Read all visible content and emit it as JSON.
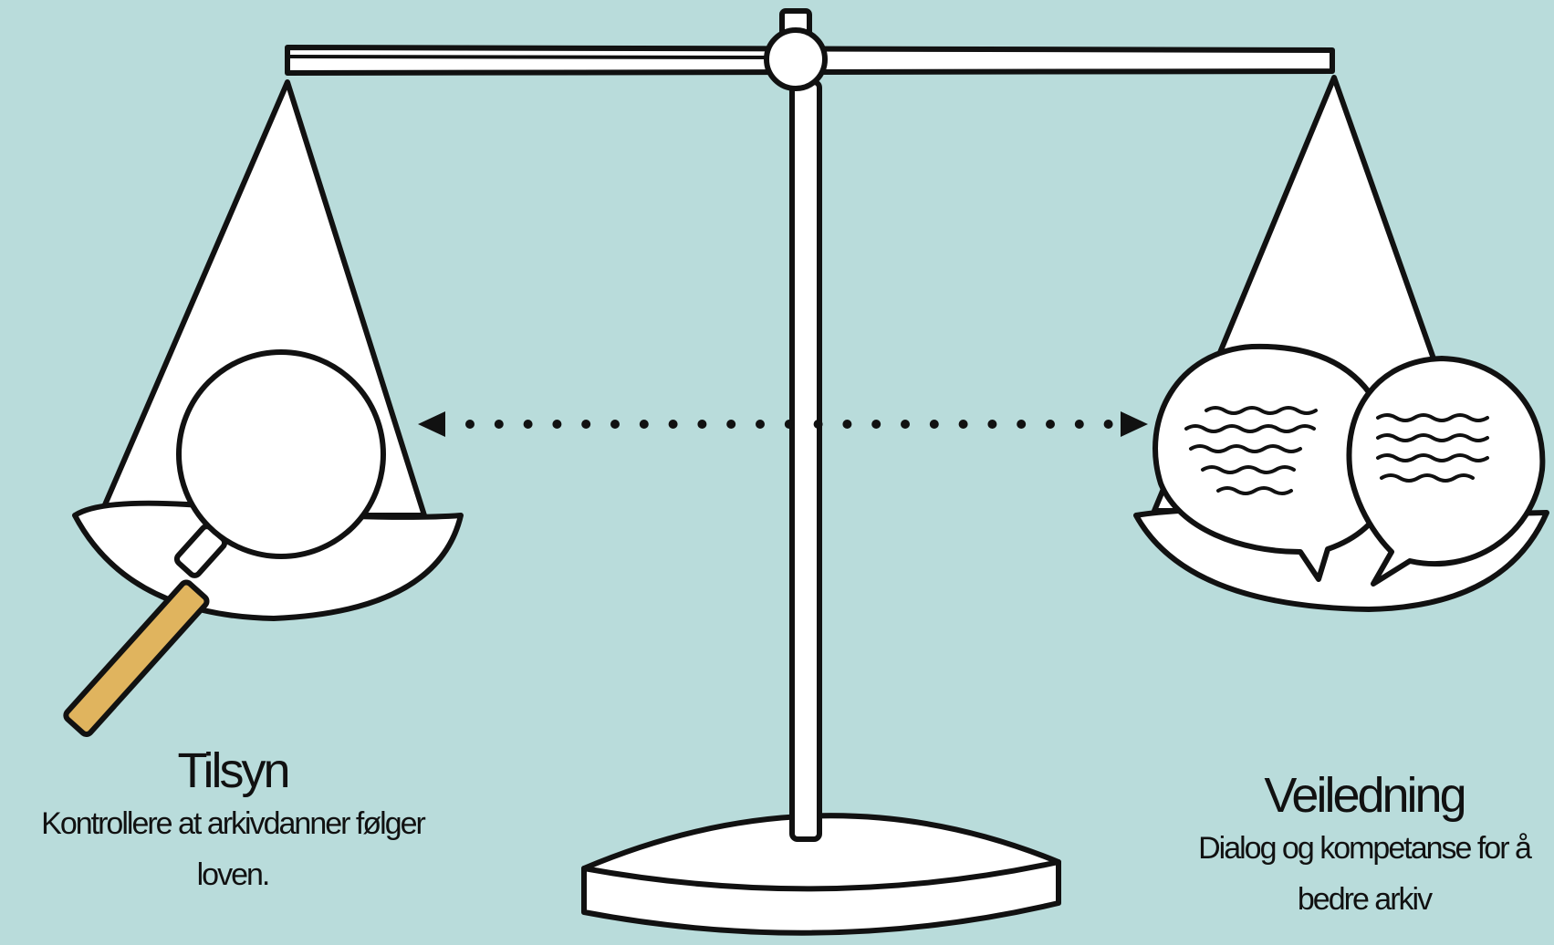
{
  "colors": {
    "background": "#b9dcdb",
    "outline": "#111111",
    "fill": "#ffffff",
    "handle": "#e0b45e"
  },
  "left": {
    "title": "Tilsyn",
    "desc_line1": "Kontrollere at arkivdanner følger",
    "desc_line2": "loven.",
    "icon": "magnifying-glass-icon"
  },
  "right": {
    "title": "Veiledning",
    "desc_line1": "Dialog og kompetanse for å",
    "desc_line2": "bedre arkiv",
    "icon": "speech-bubbles-icon"
  },
  "connector": "double-headed-dotted-arrow"
}
